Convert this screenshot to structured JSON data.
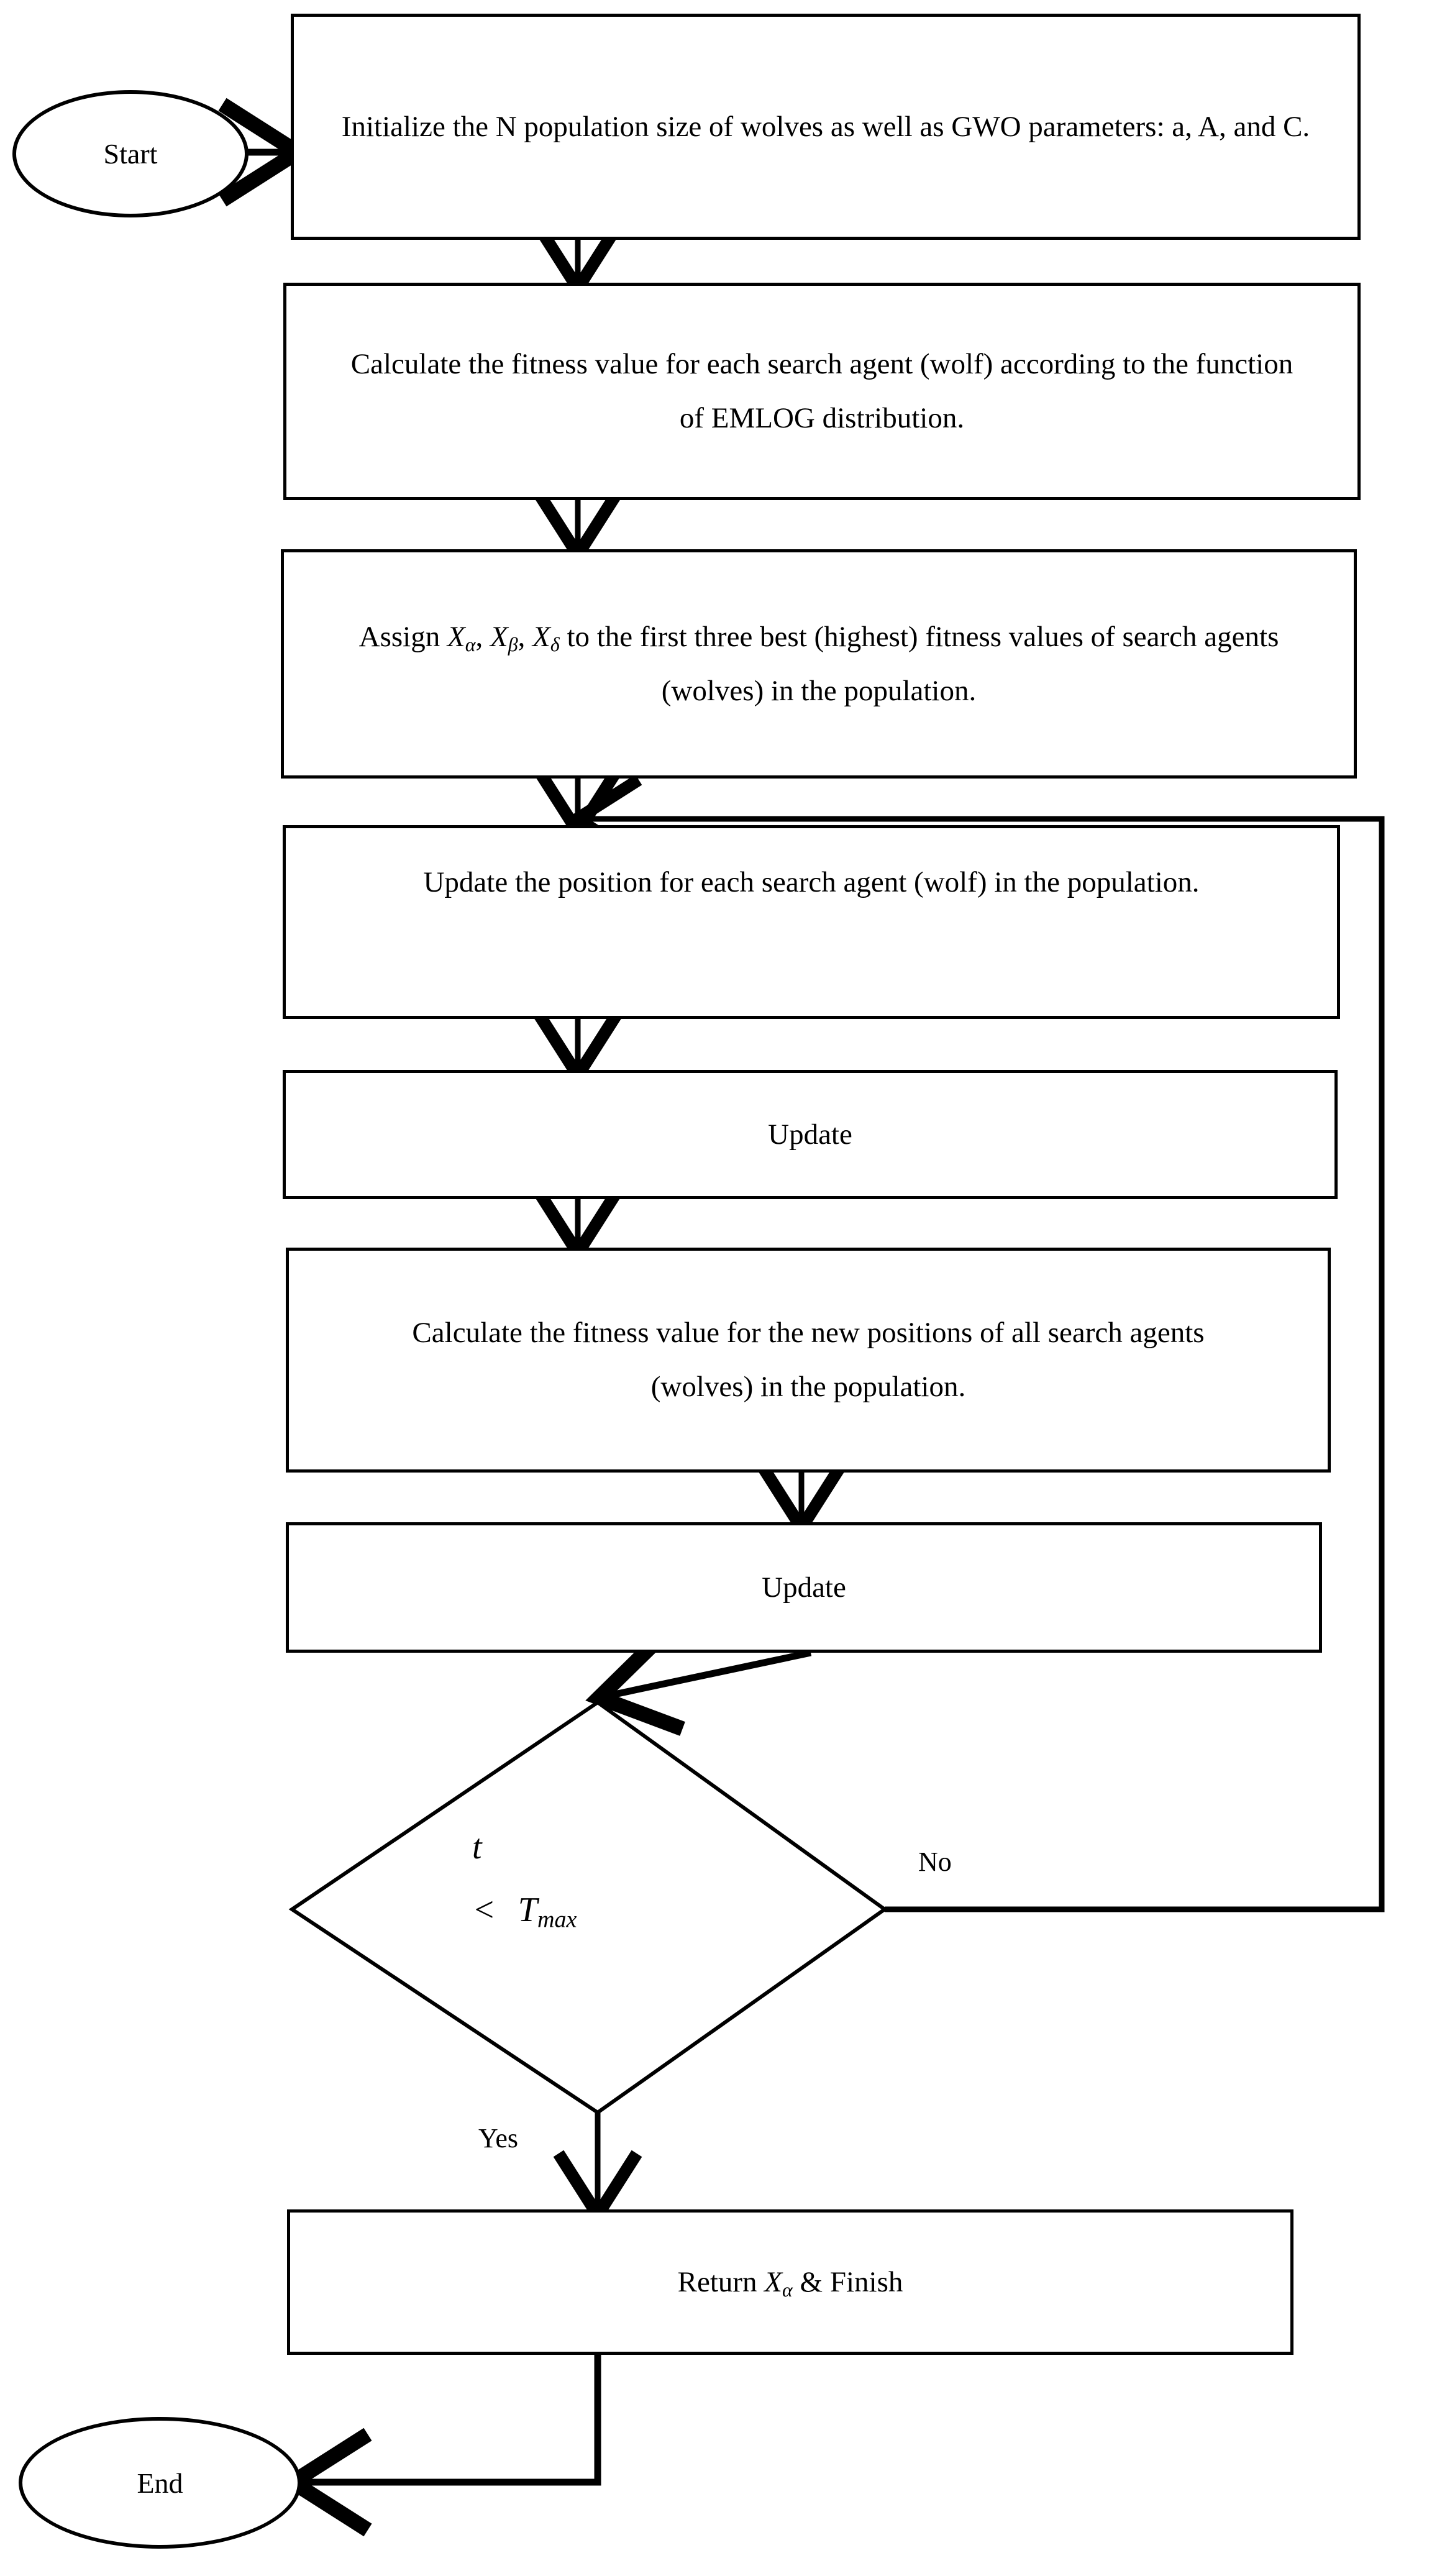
{
  "diagram": {
    "title": "GWO-EMLOG parameter estimation flowchart",
    "type": "flowchart",
    "stroke_color": "#000000",
    "background_color": "#ffffff",
    "nodes": [
      {
        "id": "start",
        "shape": "ellipse",
        "label": "Start"
      },
      {
        "id": "step1",
        "shape": "process",
        "label": "Initialize the N population size of wolves as well as GWO parameters: a, A, and C."
      },
      {
        "id": "step2",
        "shape": "process",
        "label": "Calculate the fitness value for each search agent (wolf) according to the function of EMLOG distribution."
      },
      {
        "id": "step3",
        "shape": "process",
        "label_pre": "Assign ",
        "sym1": "X",
        "sub1": "α",
        "sep1": ", ",
        "sym2": "X",
        "sub2": "β",
        "sep2": ", ",
        "sym3": "X",
        "sub3": "δ",
        "label_post": " to the first three best (highest) fitness values of search agents (wolves) in the population."
      },
      {
        "id": "step4",
        "shape": "process",
        "label": "Update the position for each search agent (wolf) in the population."
      },
      {
        "id": "step5",
        "shape": "process",
        "label": "Update"
      },
      {
        "id": "step6",
        "shape": "process",
        "label": "Calculate the fitness value for the new positions of all search agents (wolves) in the population."
      },
      {
        "id": "step7",
        "shape": "process",
        "label": "Update"
      },
      {
        "id": "decision",
        "shape": "diamond",
        "line1": "t",
        "line2_op": "<",
        "line2_sym": "T",
        "line2_sub": "max"
      },
      {
        "id": "step8",
        "shape": "process",
        "label_pre": "Return ",
        "sym1": "X",
        "sub1": "α",
        "label_post": " & Finish"
      },
      {
        "id": "end",
        "shape": "ellipse",
        "label": "End"
      }
    ],
    "edge_labels": {
      "no": "No",
      "yes": "Yes"
    },
    "edges": [
      {
        "from": "start",
        "to": "step1",
        "label": ""
      },
      {
        "from": "step1",
        "to": "step2",
        "label": ""
      },
      {
        "from": "step2",
        "to": "step3",
        "label": ""
      },
      {
        "from": "step3",
        "to": "step4",
        "label": ""
      },
      {
        "from": "step4",
        "to": "step5",
        "label": ""
      },
      {
        "from": "step5",
        "to": "step6",
        "label": ""
      },
      {
        "from": "step6",
        "to": "step7",
        "label": ""
      },
      {
        "from": "step7",
        "to": "decision",
        "label": ""
      },
      {
        "from": "decision",
        "to": "step4",
        "label": "No"
      },
      {
        "from": "decision",
        "to": "step8",
        "label": "Yes"
      },
      {
        "from": "step8",
        "to": "end",
        "label": ""
      }
    ]
  }
}
